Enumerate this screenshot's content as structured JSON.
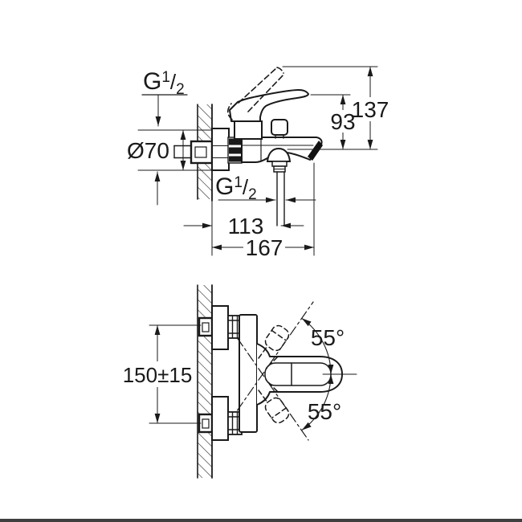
{
  "colors": {
    "ink": "#1a1a1a",
    "background": "#ffffff"
  },
  "top_view": {
    "thread_label_top": {
      "base": "G",
      "sup": "1",
      "slash": "/",
      "sub": "2"
    },
    "thread_label_bottom": {
      "base": "G",
      "sup": "1",
      "slash": "/",
      "sub": "2"
    },
    "flange_diameter": "Ø70",
    "dim_spout_to_lever": "93",
    "dim_total_height": "137",
    "dim_wall_to_outlet": "113",
    "dim_total_projection": "167"
  },
  "bottom_view": {
    "mounting_centers": "150±15",
    "swivel_angle_up": "55°",
    "swivel_angle_down": "55°"
  }
}
